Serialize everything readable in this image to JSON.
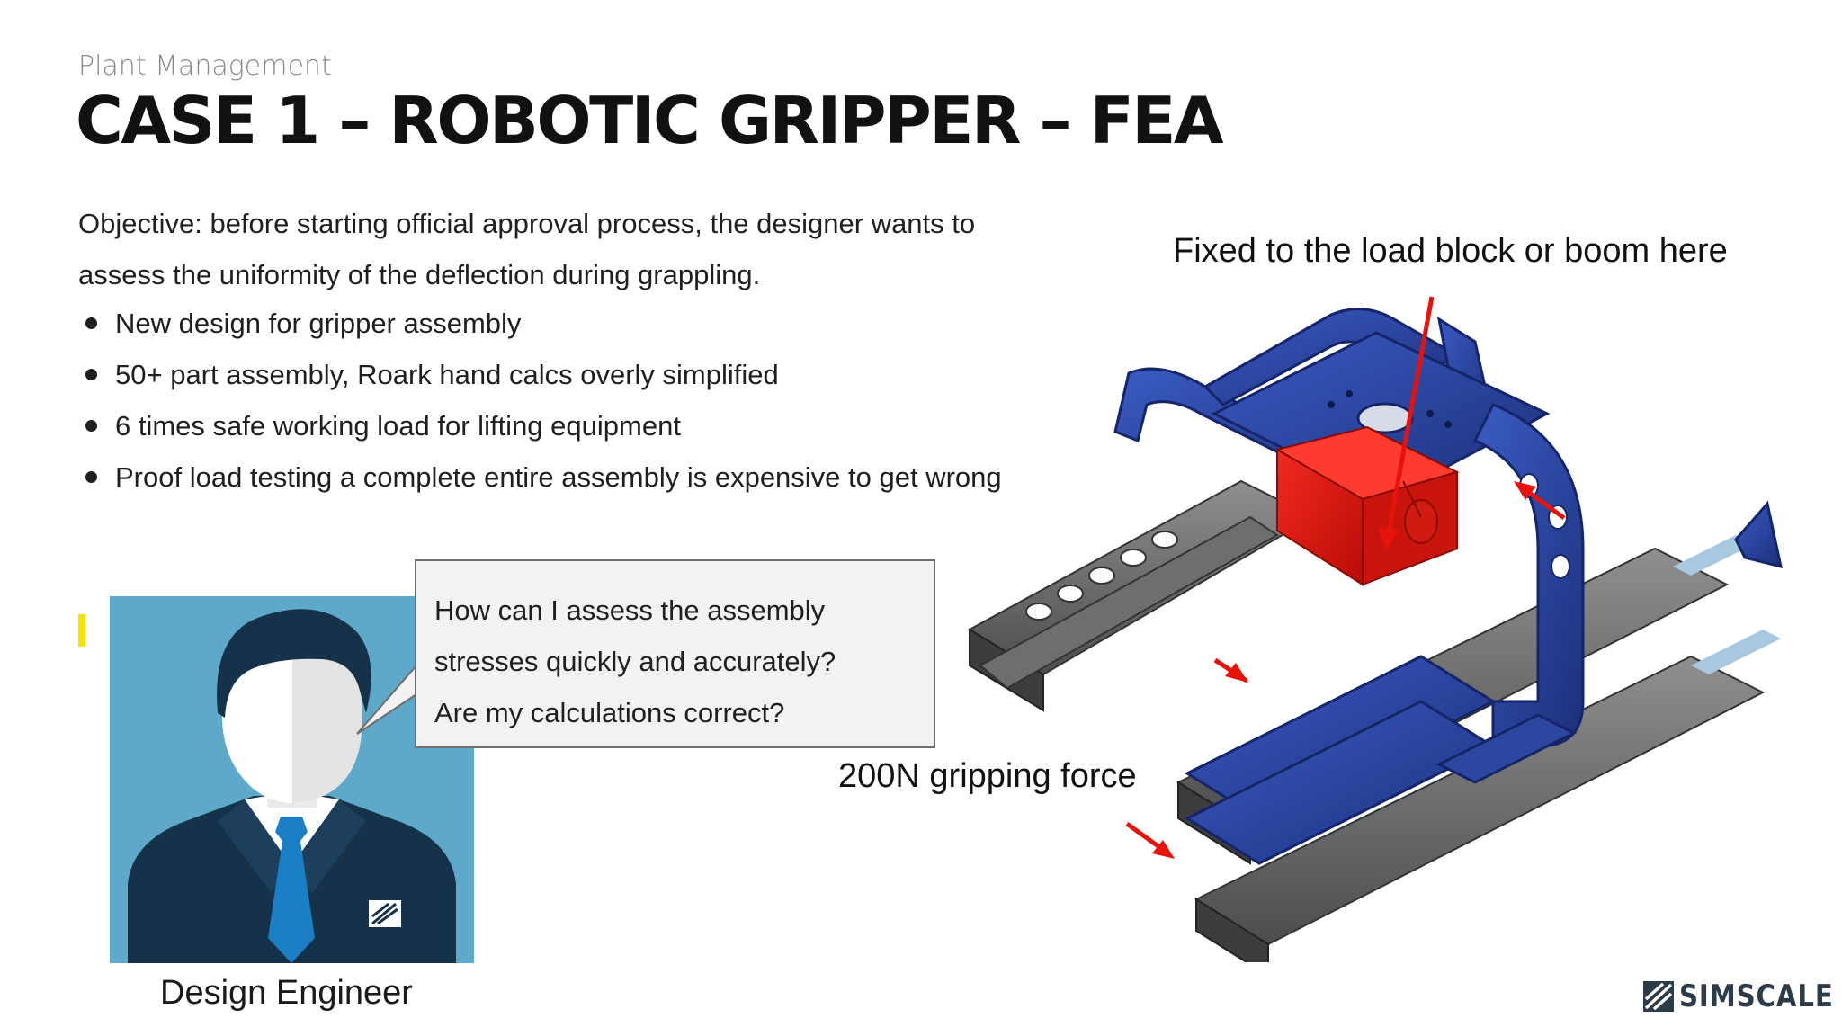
{
  "header": {
    "subtitle": "Plant Management",
    "title": "CASE 1 – ROBOTIC GRIPPER – FEA"
  },
  "objective": "Objective: before starting official approval process, the designer wants to assess the uniformity of the deflection during grappling.",
  "bullets": [
    "New design for gripper assembly",
    "50+ part assembly, Roark hand calcs overly simplified",
    "6 times safe working load for lifting equipment",
    "Proof load testing a complete entire assembly is expensive to get wrong"
  ],
  "callout": {
    "text": "How can I assess the assembly\nstresses quickly and accurately?\nAre my calculations correct?"
  },
  "engineer": {
    "caption": "Design Engineer"
  },
  "figure": {
    "fixed_label": "Fixed to the load block or boom here",
    "force_label": "200N gripping force"
  },
  "logo": {
    "text": "SIMSCALE"
  },
  "colors": {
    "accent_red": "#e8120c",
    "frame_blue": "#2b49a8",
    "avatar_bg": "#5ea9c9",
    "highlight_yellow": "#f2e600"
  },
  "icons": [
    "engineer-avatar-icon",
    "simscale-logo-icon",
    "arrow-icon"
  ]
}
